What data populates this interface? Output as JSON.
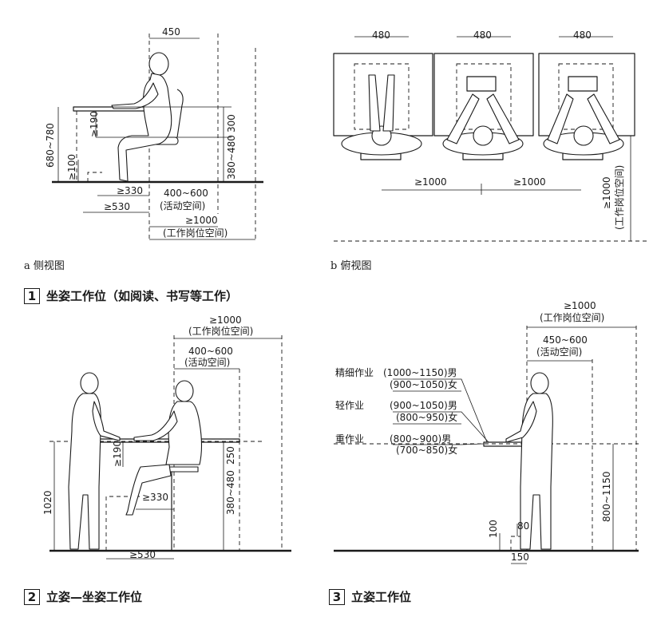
{
  "section1": {
    "num": "1",
    "title": "坐姿工作位（如阅读、书写等工作）",
    "side_caption": "a 侧视图",
    "top_caption": "b 俯视图",
    "side_dims": {
      "w450": "450",
      "h680_780": "680~780",
      "h190": "≥190",
      "h100": "≥100",
      "h300": "300",
      "h380_480": "380~480",
      "d330": "≥330",
      "d530": "≥530",
      "d400_600": "400~600",
      "activity": "(活动空间)",
      "d1000": "≥1000",
      "workspace": "(工作岗位空间)"
    },
    "top_dims": {
      "w480a": "480",
      "w480b": "480",
      "w480c": "480",
      "d1000a": "≥1000",
      "d1000b": "≥1000",
      "v1000": "≥1000",
      "v_workspace": "(工作岗位空间)"
    }
  },
  "section2": {
    "num": "2",
    "title": "立姿—坐姿工作位",
    "dims": {
      "d1000": "≥1000",
      "workspace": "(工作岗位空间)",
      "d400_600": "400~600",
      "activity": "(活动空间)",
      "h1020": "1020",
      "h190": "≥190",
      "h250": "250",
      "h380_480": "380~480",
      "d330": "≥330",
      "d530": "≥530"
    }
  },
  "section3": {
    "num": "3",
    "title": "立姿工作位",
    "dims": {
      "d1000": "≥1000",
      "workspace": "(工作岗位空间)",
      "d450_600": "450~600",
      "activity": "(活动空间)",
      "h800_1150": "800~1150",
      "h100": "100",
      "h80": "80",
      "d150": "150"
    },
    "work_types": [
      {
        "name": "精细作业",
        "male": "(1000~1150)男",
        "female": "(900~1050)女"
      },
      {
        "name": "轻作业",
        "male": "(900~1050)男",
        "female": "(800~950)女"
      },
      {
        "name": "重作业",
        "male": "(800~900)男",
        "female": "(700~850)女"
      }
    ]
  }
}
